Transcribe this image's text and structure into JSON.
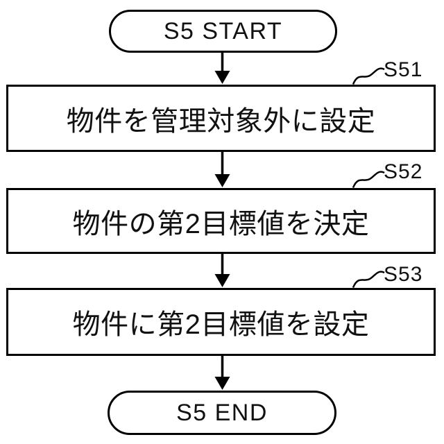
{
  "diagram": {
    "type": "flowchart",
    "orientation": "top-down",
    "start": {
      "label": "S5 START"
    },
    "end": {
      "label": "S5 END"
    },
    "steps": [
      {
        "id": "S51",
        "text": "物件を管理対象外に設定"
      },
      {
        "id": "S52",
        "text": "物件の第2目標値を決定"
      },
      {
        "id": "S53",
        "text": "物件に第2目標値を設定"
      }
    ],
    "colors": {
      "line": "#000000",
      "background": "#ffffff",
      "text": "#111111"
    }
  }
}
